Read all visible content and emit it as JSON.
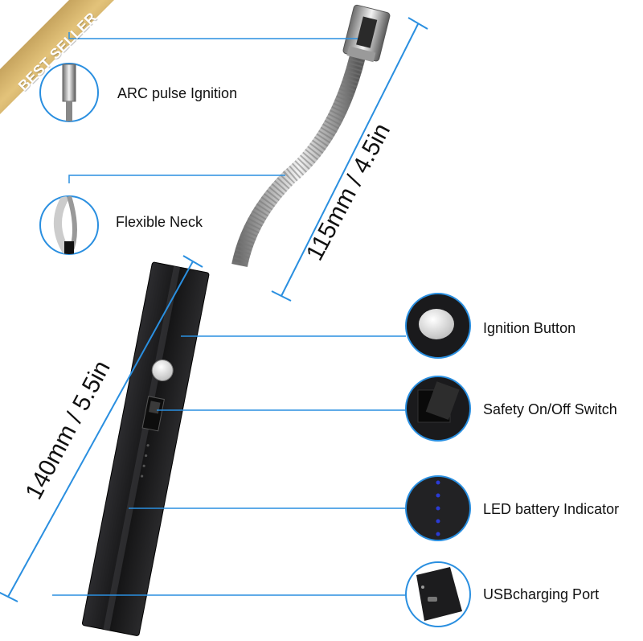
{
  "badge": {
    "text": "BEST SELLER"
  },
  "dimensions": {
    "neck": "115mm / 4.5in",
    "body": "140mm / 5.5in"
  },
  "features": {
    "arc": "ARC pulse Ignition",
    "neck": "Flexible Neck",
    "button": "Ignition Button",
    "safety": "Safety On/Off Switch",
    "led": "LED battery Indicator",
    "usb": "USBcharging Port"
  },
  "colors": {
    "accent_line": "#2a8fe0",
    "ribbon_gold": "#b58a3c",
    "body_black": "#1b1b1d",
    "led_blue": "#2a3bd6"
  }
}
